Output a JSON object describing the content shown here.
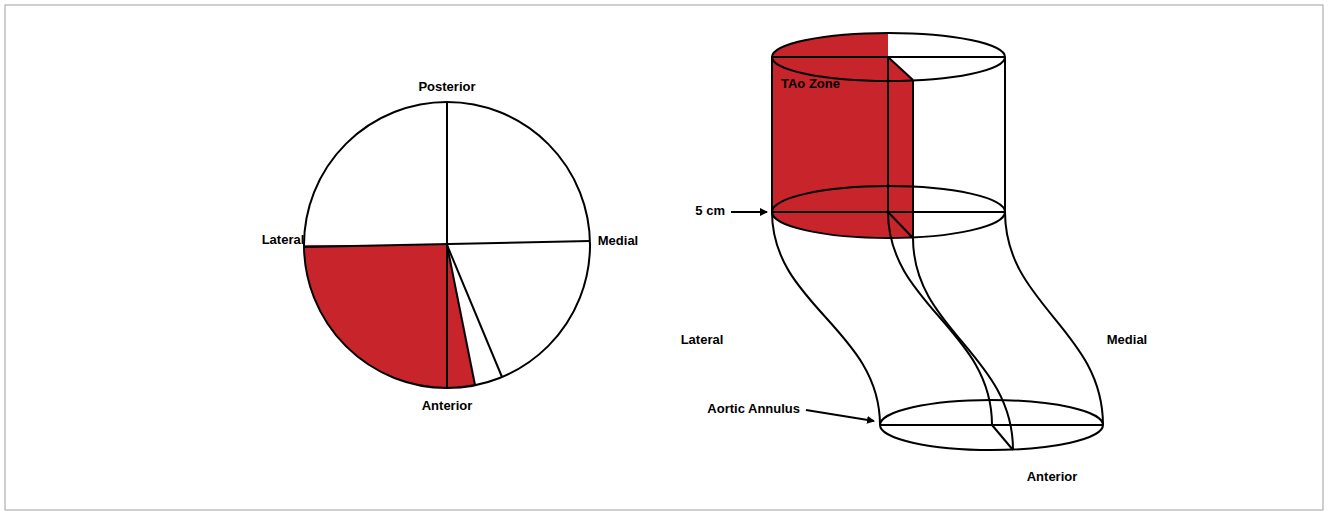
{
  "diagram": {
    "labels": [
      "Posterior",
      "Lateral",
      "Medial",
      "Anterior",
      "TAo Zone",
      "5 cm",
      "Lateral",
      "Medial",
      "Aortic Annulus",
      "Anterior"
    ]
  }
}
